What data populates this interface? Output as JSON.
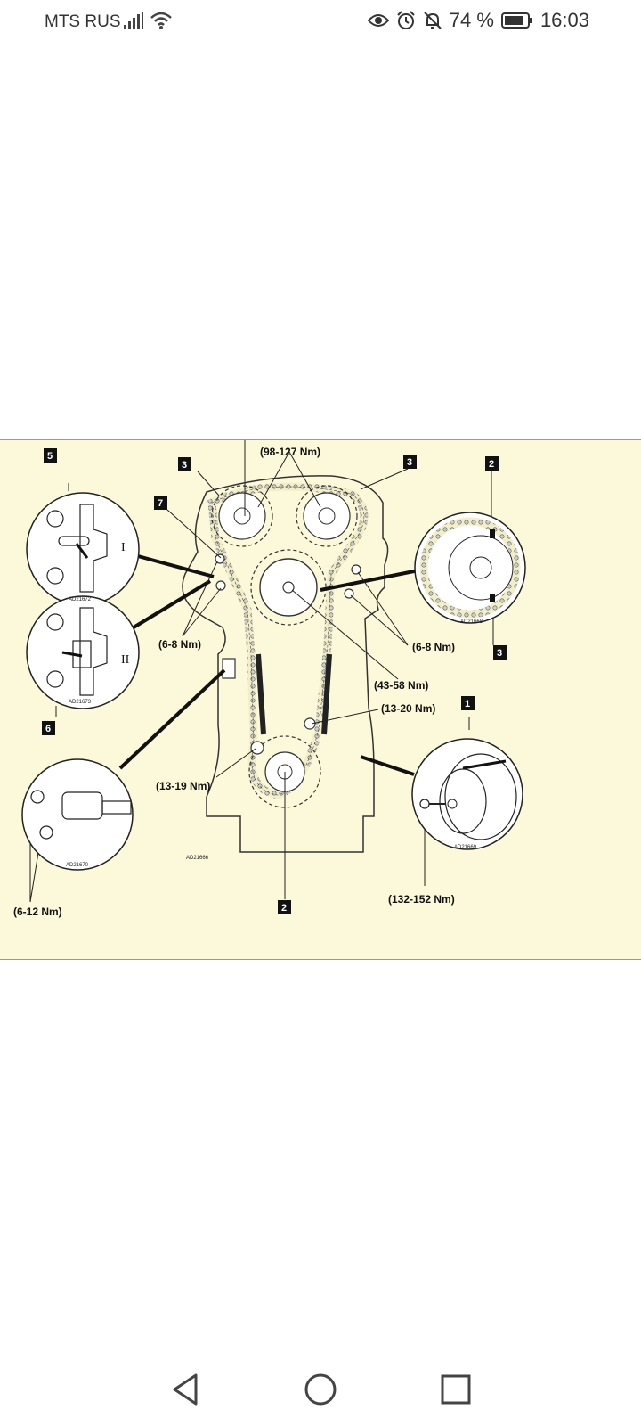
{
  "status": {
    "carrier": "MTS RUS",
    "battery_percent": "74 %",
    "time": "16:03",
    "icons": [
      "signal-icon",
      "wifi-icon",
      "eye-icon",
      "alarm-icon",
      "bell-muted-icon",
      "battery-icon"
    ]
  },
  "diagram": {
    "torques": {
      "cam_top": "(98-127 Nm)",
      "guide_left": "(6-8 Nm)",
      "guide_right": "(6-8 Nm)",
      "idler": "(43-58 Nm)",
      "tensioner_pivot": "(13-20 Nm)",
      "lower_guide": "(13-19 Nm)",
      "tensioner_bolts": "(6-12 Nm)",
      "crank_bolt": "(132-152 Nm)"
    },
    "badges": {
      "b5": "5",
      "b7": "7",
      "b3a": "3",
      "b3b": "3",
      "b2top": "2",
      "b3right": "3",
      "b1": "1",
      "b6": "6",
      "b2bottom": "2"
    },
    "roman": {
      "i": "I",
      "ii": "II"
    },
    "refs": {
      "inset5": "AD21672",
      "inset6": "AD21673",
      "inset_tensioner": "AD21670",
      "inset2": "AD21668",
      "inset1": "AD21669",
      "main": "AD21666"
    }
  },
  "nav": {
    "back_icon": "back-triangle-icon",
    "home_icon": "home-circle-icon",
    "recents_icon": "recents-square-icon"
  }
}
